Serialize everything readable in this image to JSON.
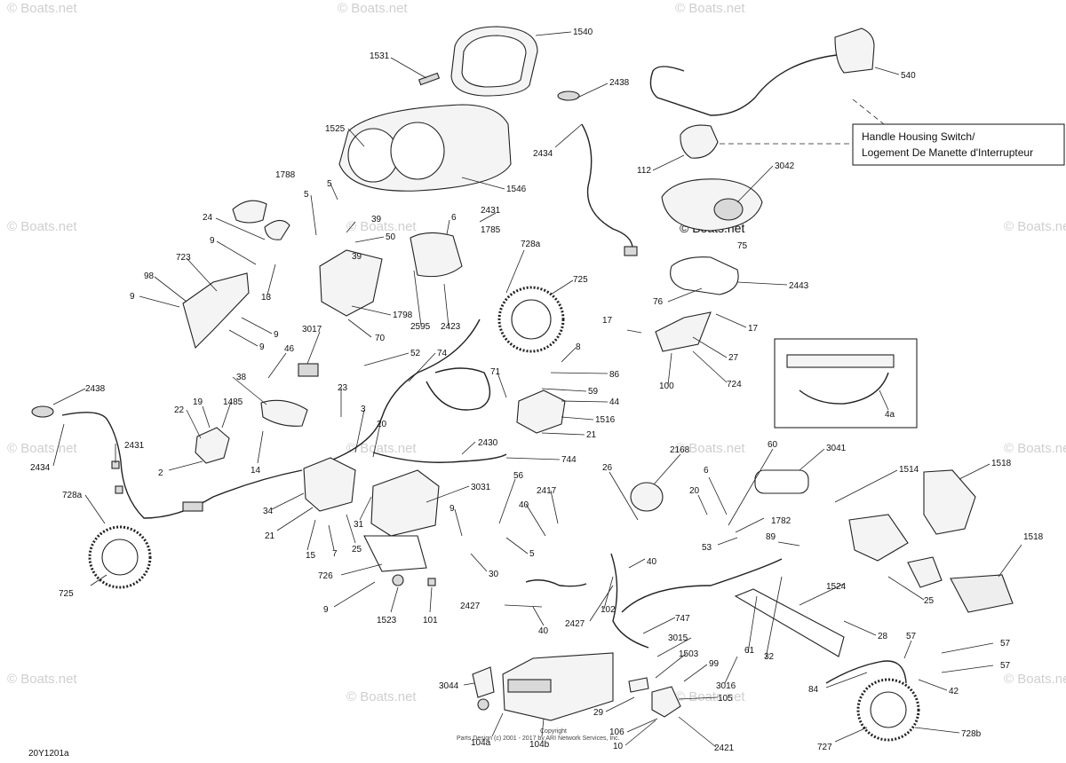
{
  "watermark": "© Boats.net",
  "sheet_code": "20Y1201a",
  "copyright_line1": "Copyright",
  "copyright_line2": "Parts Design (c) 2001 - 2017 by ARI Network Services, Inc.",
  "note_box": {
    "line1": "Handle Housing Switch/",
    "line2": "Logement De Manette d'Interrupteur"
  },
  "callouts": [
    {
      "id": "c1540",
      "text": "1540"
    },
    {
      "id": "c1531",
      "text": "1531"
    },
    {
      "id": "c1525",
      "text": "1525"
    },
    {
      "id": "c1546",
      "text": "1546"
    },
    {
      "id": "c2438a",
      "text": "2438"
    },
    {
      "id": "c2434a",
      "text": "2434"
    },
    {
      "id": "c540",
      "text": "540"
    },
    {
      "id": "c112",
      "text": "112"
    },
    {
      "id": "c3042",
      "text": "3042"
    },
    {
      "id": "c75",
      "text": "75"
    },
    {
      "id": "c2443",
      "text": "2443"
    },
    {
      "id": "c76",
      "text": "76"
    },
    {
      "id": "c1788",
      "text": "1788"
    },
    {
      "id": "c5a",
      "text": "5"
    },
    {
      "id": "c5b",
      "text": "5"
    },
    {
      "id": "c39a",
      "text": "39"
    },
    {
      "id": "c39b",
      "text": "39"
    },
    {
      "id": "c50",
      "text": "50"
    },
    {
      "id": "c6a",
      "text": "6"
    },
    {
      "id": "c2431a",
      "text": "2431"
    },
    {
      "id": "c1785",
      "text": "1785"
    },
    {
      "id": "c728a1",
      "text": "728a"
    },
    {
      "id": "c725a",
      "text": "725"
    },
    {
      "id": "c24",
      "text": "24"
    },
    {
      "id": "c9a",
      "text": "9"
    },
    {
      "id": "c723",
      "text": "723"
    },
    {
      "id": "c98",
      "text": "98"
    },
    {
      "id": "c9b",
      "text": "9"
    },
    {
      "id": "c13",
      "text": "13"
    },
    {
      "id": "c9c",
      "text": "9"
    },
    {
      "id": "c9d",
      "text": "9"
    },
    {
      "id": "c1798",
      "text": "1798"
    },
    {
      "id": "c70",
      "text": "70"
    },
    {
      "id": "c2595",
      "text": "2595"
    },
    {
      "id": "c2423",
      "text": "2423"
    },
    {
      "id": "c17a",
      "text": "17"
    },
    {
      "id": "c17b",
      "text": "17"
    },
    {
      "id": "c27",
      "text": "27"
    },
    {
      "id": "c100",
      "text": "100"
    },
    {
      "id": "c724",
      "text": "724"
    },
    {
      "id": "c4a",
      "text": "4a"
    },
    {
      "id": "c3017",
      "text": "3017"
    },
    {
      "id": "c46",
      "text": "46"
    },
    {
      "id": "c52",
      "text": "52"
    },
    {
      "id": "c74",
      "text": "74"
    },
    {
      "id": "c8a",
      "text": "8"
    },
    {
      "id": "c86",
      "text": "86"
    },
    {
      "id": "c71",
      "text": "71"
    },
    {
      "id": "c59",
      "text": "59"
    },
    {
      "id": "c44",
      "text": "44"
    },
    {
      "id": "c1516",
      "text": "1516"
    },
    {
      "id": "c21a",
      "text": "21"
    },
    {
      "id": "c2438b",
      "text": "2438"
    },
    {
      "id": "c2431b",
      "text": "2431"
    },
    {
      "id": "c2434b",
      "text": "2434"
    },
    {
      "id": "c38",
      "text": "38"
    },
    {
      "id": "c19",
      "text": "19"
    },
    {
      "id": "c1485",
      "text": "1485"
    },
    {
      "id": "c22",
      "text": "22"
    },
    {
      "id": "c23",
      "text": "23"
    },
    {
      "id": "c3",
      "text": "3"
    },
    {
      "id": "c20a",
      "text": "20"
    },
    {
      "id": "c2430",
      "text": "2430"
    },
    {
      "id": "c744",
      "text": "744"
    },
    {
      "id": "c14",
      "text": "14"
    },
    {
      "id": "c2",
      "text": "2"
    },
    {
      "id": "c728a2",
      "text": "728a"
    },
    {
      "id": "c34",
      "text": "34"
    },
    {
      "id": "c21b",
      "text": "21"
    },
    {
      "id": "c15",
      "text": "15"
    },
    {
      "id": "c7",
      "text": "7"
    },
    {
      "id": "c25a",
      "text": "25"
    },
    {
      "id": "c31",
      "text": "31"
    },
    {
      "id": "c3031",
      "text": "3031"
    },
    {
      "id": "c56",
      "text": "56"
    },
    {
      "id": "c9e",
      "text": "9"
    },
    {
      "id": "c5c",
      "text": "5"
    },
    {
      "id": "c30",
      "text": "30"
    },
    {
      "id": "c725b",
      "text": "725"
    },
    {
      "id": "c726",
      "text": "726"
    },
    {
      "id": "c9f",
      "text": "9"
    },
    {
      "id": "c1523",
      "text": "1523"
    },
    {
      "id": "c101",
      "text": "101"
    },
    {
      "id": "c26",
      "text": "26"
    },
    {
      "id": "c2168",
      "text": "2168"
    },
    {
      "id": "c6b",
      "text": "6"
    },
    {
      "id": "c60",
      "text": "60"
    },
    {
      "id": "c3041",
      "text": "3041"
    },
    {
      "id": "c1514",
      "text": "1514"
    },
    {
      "id": "c1518a",
      "text": "1518"
    },
    {
      "id": "c2417",
      "text": "2417"
    },
    {
      "id": "c40a",
      "text": "40"
    },
    {
      "id": "c20b",
      "text": "20"
    },
    {
      "id": "c1782",
      "text": "1782"
    },
    {
      "id": "c53",
      "text": "53"
    },
    {
      "id": "c89",
      "text": "89"
    },
    {
      "id": "c40b",
      "text": "40"
    },
    {
      "id": "c1518b",
      "text": "1518"
    },
    {
      "id": "c2427a",
      "text": "2427"
    },
    {
      "id": "c102",
      "text": "102"
    },
    {
      "id": "c2427b",
      "text": "2427"
    },
    {
      "id": "c1524",
      "text": "1524"
    },
    {
      "id": "c25b",
      "text": "25"
    },
    {
      "id": "c40c",
      "text": "40"
    },
    {
      "id": "c747",
      "text": "747"
    },
    {
      "id": "c28",
      "text": "28"
    },
    {
      "id": "c3015",
      "text": "3015"
    },
    {
      "id": "c1503",
      "text": "1503"
    },
    {
      "id": "c61",
      "text": "61"
    },
    {
      "id": "c32",
      "text": "32"
    },
    {
      "id": "c57a",
      "text": "57"
    },
    {
      "id": "c57b",
      "text": "57"
    },
    {
      "id": "c57c",
      "text": "57"
    },
    {
      "id": "c99",
      "text": "99"
    },
    {
      "id": "c3016",
      "text": "3016"
    },
    {
      "id": "c3044",
      "text": "3044"
    },
    {
      "id": "c84",
      "text": "84"
    },
    {
      "id": "c42",
      "text": "42"
    },
    {
      "id": "c29",
      "text": "29"
    },
    {
      "id": "c105",
      "text": "105"
    },
    {
      "id": "c106",
      "text": "106"
    },
    {
      "id": "c10",
      "text": "10"
    },
    {
      "id": "c2421",
      "text": "2421"
    },
    {
      "id": "c104a",
      "text": "104a"
    },
    {
      "id": "c104b",
      "text": "104b"
    },
    {
      "id": "c727",
      "text": "727"
    },
    {
      "id": "c728b",
      "text": "728b"
    }
  ]
}
